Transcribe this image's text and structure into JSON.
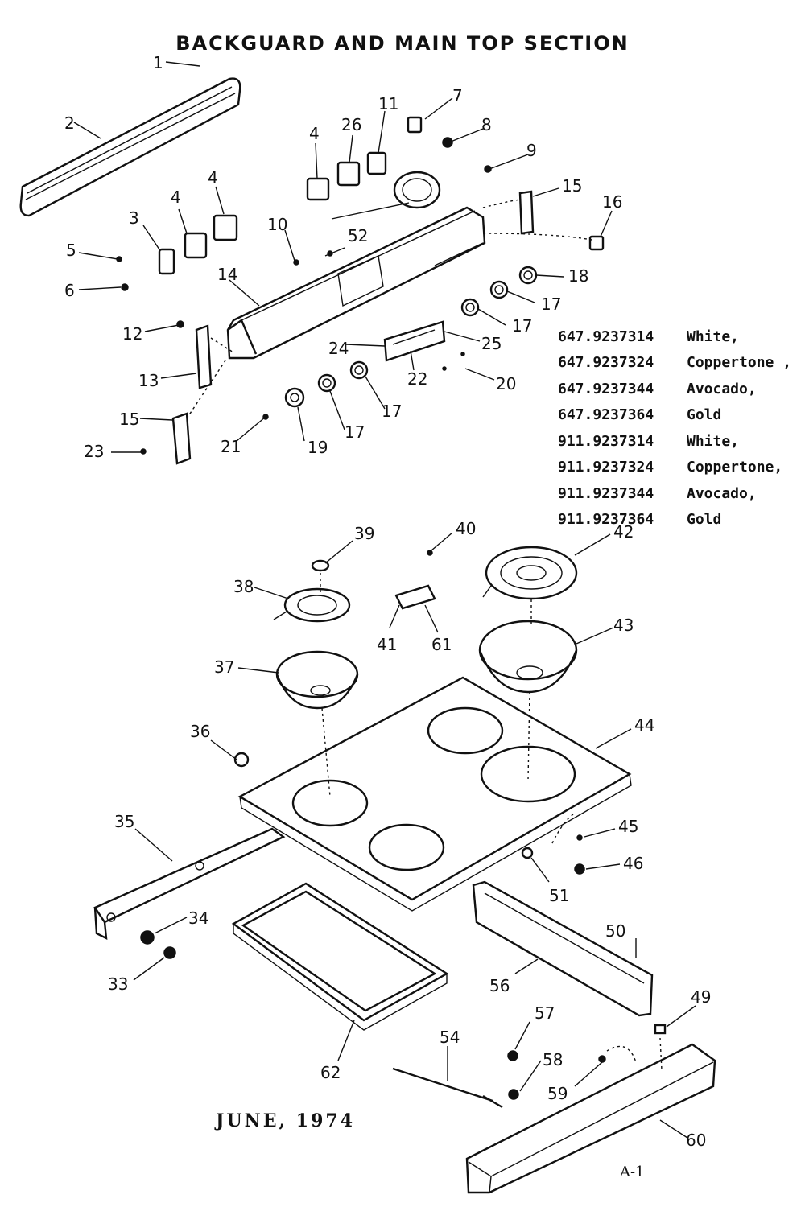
{
  "title": "BACKGUARD AND MAIN TOP SECTION",
  "models": [
    {
      "number": "647.9237314",
      "finish": "White,"
    },
    {
      "number": "647.9237324",
      "finish": "Coppertone ,"
    },
    {
      "number": "647.9237344",
      "finish": "Avocado,"
    },
    {
      "number": "647.9237364",
      "finish": "Gold"
    },
    {
      "number": "911.9237314",
      "finish": "White,"
    },
    {
      "number": "911.9237324",
      "finish": "Coppertone,"
    },
    {
      "number": "911.9237344",
      "finish": "Avocado,"
    },
    {
      "number": "911.9237364",
      "finish": "Gold"
    }
  ],
  "date": "JUNE, 1974",
  "page_code": "A-1",
  "callouts": [
    "1",
    "2",
    "3",
    "4",
    "4",
    "4",
    "5",
    "6",
    "7",
    "8",
    "9",
    "10",
    "11",
    "12",
    "13",
    "14",
    "15",
    "15",
    "16",
    "17",
    "17",
    "17",
    "17",
    "18",
    "19",
    "20",
    "21",
    "22",
    "23",
    "24",
    "25",
    "26",
    "33",
    "34",
    "35",
    "36",
    "37",
    "38",
    "39",
    "40",
    "41",
    "42",
    "43",
    "44",
    "45",
    "46",
    "49",
    "50",
    "51",
    "52",
    "54",
    "56",
    "57",
    "58",
    "59",
    "60",
    "61",
    "62"
  ]
}
